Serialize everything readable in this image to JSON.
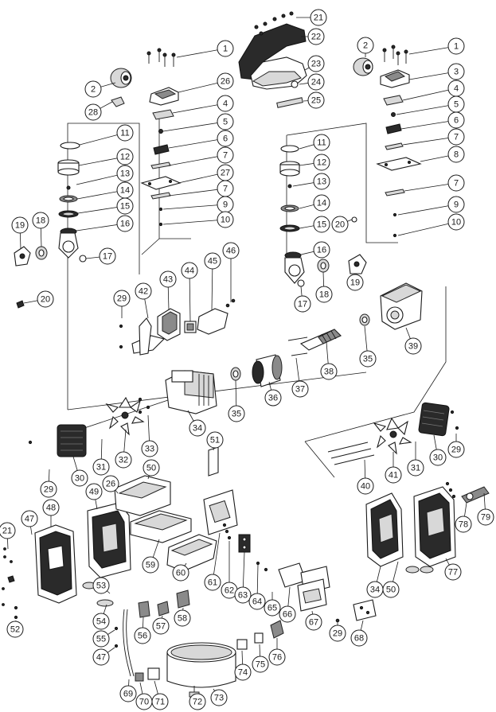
{
  "diagram": {
    "callouts": [
      {
        "id": "c21a",
        "label": "21"
      },
      {
        "id": "c22",
        "label": "22"
      },
      {
        "id": "c23",
        "label": "23"
      },
      {
        "id": "c24",
        "label": "24"
      },
      {
        "id": "c25",
        "label": "25"
      },
      {
        "id": "c1a",
        "label": "1"
      },
      {
        "id": "c2a",
        "label": "2"
      },
      {
        "id": "c26a",
        "label": "26"
      },
      {
        "id": "c28",
        "label": "28"
      },
      {
        "id": "c4a",
        "label": "4"
      },
      {
        "id": "c5a",
        "label": "5"
      },
      {
        "id": "c6a",
        "label": "6"
      },
      {
        "id": "c7a",
        "label": "7"
      },
      {
        "id": "c27",
        "label": "27"
      },
      {
        "id": "c7b",
        "label": "7"
      },
      {
        "id": "c9a",
        "label": "9"
      },
      {
        "id": "c10a",
        "label": "10"
      },
      {
        "id": "c11a",
        "label": "11"
      },
      {
        "id": "c12a",
        "label": "12"
      },
      {
        "id": "c13a",
        "label": "13"
      },
      {
        "id": "c14a",
        "label": "14"
      },
      {
        "id": "c15a",
        "label": "15"
      },
      {
        "id": "c16a",
        "label": "16"
      },
      {
        "id": "c17a",
        "label": "17"
      },
      {
        "id": "c18a",
        "label": "18"
      },
      {
        "id": "c19a",
        "label": "19"
      },
      {
        "id": "c20a",
        "label": "20"
      },
      {
        "id": "c2b",
        "label": "2"
      },
      {
        "id": "c1b",
        "label": "1"
      },
      {
        "id": "c3",
        "label": "3"
      },
      {
        "id": "c4b",
        "label": "4"
      },
      {
        "id": "c5b",
        "label": "5"
      },
      {
        "id": "c6b",
        "label": "6"
      },
      {
        "id": "c7c",
        "label": "7"
      },
      {
        "id": "c8",
        "label": "8"
      },
      {
        "id": "c7d",
        "label": "7"
      },
      {
        "id": "c9b",
        "label": "9"
      },
      {
        "id": "c10b",
        "label": "10"
      },
      {
        "id": "c11b",
        "label": "11"
      },
      {
        "id": "c12b",
        "label": "12"
      },
      {
        "id": "c13b",
        "label": "13"
      },
      {
        "id": "c14b",
        "label": "14"
      },
      {
        "id": "c15b",
        "label": "15"
      },
      {
        "id": "c20b",
        "label": "20"
      },
      {
        "id": "c16b",
        "label": "16"
      },
      {
        "id": "c17b",
        "label": "17"
      },
      {
        "id": "c18b",
        "label": "18"
      },
      {
        "id": "c19b",
        "label": "19"
      },
      {
        "id": "c29a",
        "label": "29"
      },
      {
        "id": "c42",
        "label": "42"
      },
      {
        "id": "c43",
        "label": "43"
      },
      {
        "id": "c44",
        "label": "44"
      },
      {
        "id": "c45",
        "label": "45"
      },
      {
        "id": "c46",
        "label": "46"
      },
      {
        "id": "c39",
        "label": "39"
      },
      {
        "id": "c35a",
        "label": "35"
      },
      {
        "id": "c38",
        "label": "38"
      },
      {
        "id": "c37",
        "label": "37"
      },
      {
        "id": "c36",
        "label": "36"
      },
      {
        "id": "c35b",
        "label": "35"
      },
      {
        "id": "c34a",
        "label": "34"
      },
      {
        "id": "c33",
        "label": "33"
      },
      {
        "id": "c32",
        "label": "32"
      },
      {
        "id": "c31a",
        "label": "31"
      },
      {
        "id": "c30a",
        "label": "30"
      },
      {
        "id": "c51",
        "label": "51"
      },
      {
        "id": "c29b",
        "label": "29"
      },
      {
        "id": "c30b",
        "label": "30"
      },
      {
        "id": "c31b",
        "label": "31"
      },
      {
        "id": "c41",
        "label": "41"
      },
      {
        "id": "c40",
        "label": "40"
      },
      {
        "id": "c29c",
        "label": "29"
      },
      {
        "id": "c50a",
        "label": "50"
      },
      {
        "id": "c26b",
        "label": "26"
      },
      {
        "id": "c49",
        "label": "49"
      },
      {
        "id": "c48",
        "label": "48"
      },
      {
        "id": "c47a",
        "label": "47"
      },
      {
        "id": "c21b",
        "label": "21"
      },
      {
        "id": "c59",
        "label": "59"
      },
      {
        "id": "c60",
        "label": "60"
      },
      {
        "id": "c61",
        "label": "61"
      },
      {
        "id": "c62",
        "label": "62"
      },
      {
        "id": "c63",
        "label": "63"
      },
      {
        "id": "c64",
        "label": "64"
      },
      {
        "id": "c65",
        "label": "65"
      },
      {
        "id": "c66",
        "label": "66"
      },
      {
        "id": "c67",
        "label": "67"
      },
      {
        "id": "c68",
        "label": "68"
      },
      {
        "id": "c29d",
        "label": "29"
      },
      {
        "id": "c78",
        "label": "78"
      },
      {
        "id": "c79",
        "label": "79"
      },
      {
        "id": "c77",
        "label": "77"
      },
      {
        "id": "c34b",
        "label": "34"
      },
      {
        "id": "c50b",
        "label": "50"
      },
      {
        "id": "c53",
        "label": "53"
      },
      {
        "id": "c54",
        "label": "54"
      },
      {
        "id": "c55",
        "label": "55"
      },
      {
        "id": "c47b",
        "label": "47"
      },
      {
        "id": "c52",
        "label": "52"
      },
      {
        "id": "c56",
        "label": "56"
      },
      {
        "id": "c57",
        "label": "57"
      },
      {
        "id": "c58",
        "label": "58"
      },
      {
        "id": "c69",
        "label": "69"
      },
      {
        "id": "c70",
        "label": "70"
      },
      {
        "id": "c71",
        "label": "71"
      },
      {
        "id": "c72",
        "label": "72"
      },
      {
        "id": "c73",
        "label": "73"
      },
      {
        "id": "c74",
        "label": "74"
      },
      {
        "id": "c75",
        "label": "75"
      },
      {
        "id": "c76",
        "label": "76"
      }
    ]
  }
}
